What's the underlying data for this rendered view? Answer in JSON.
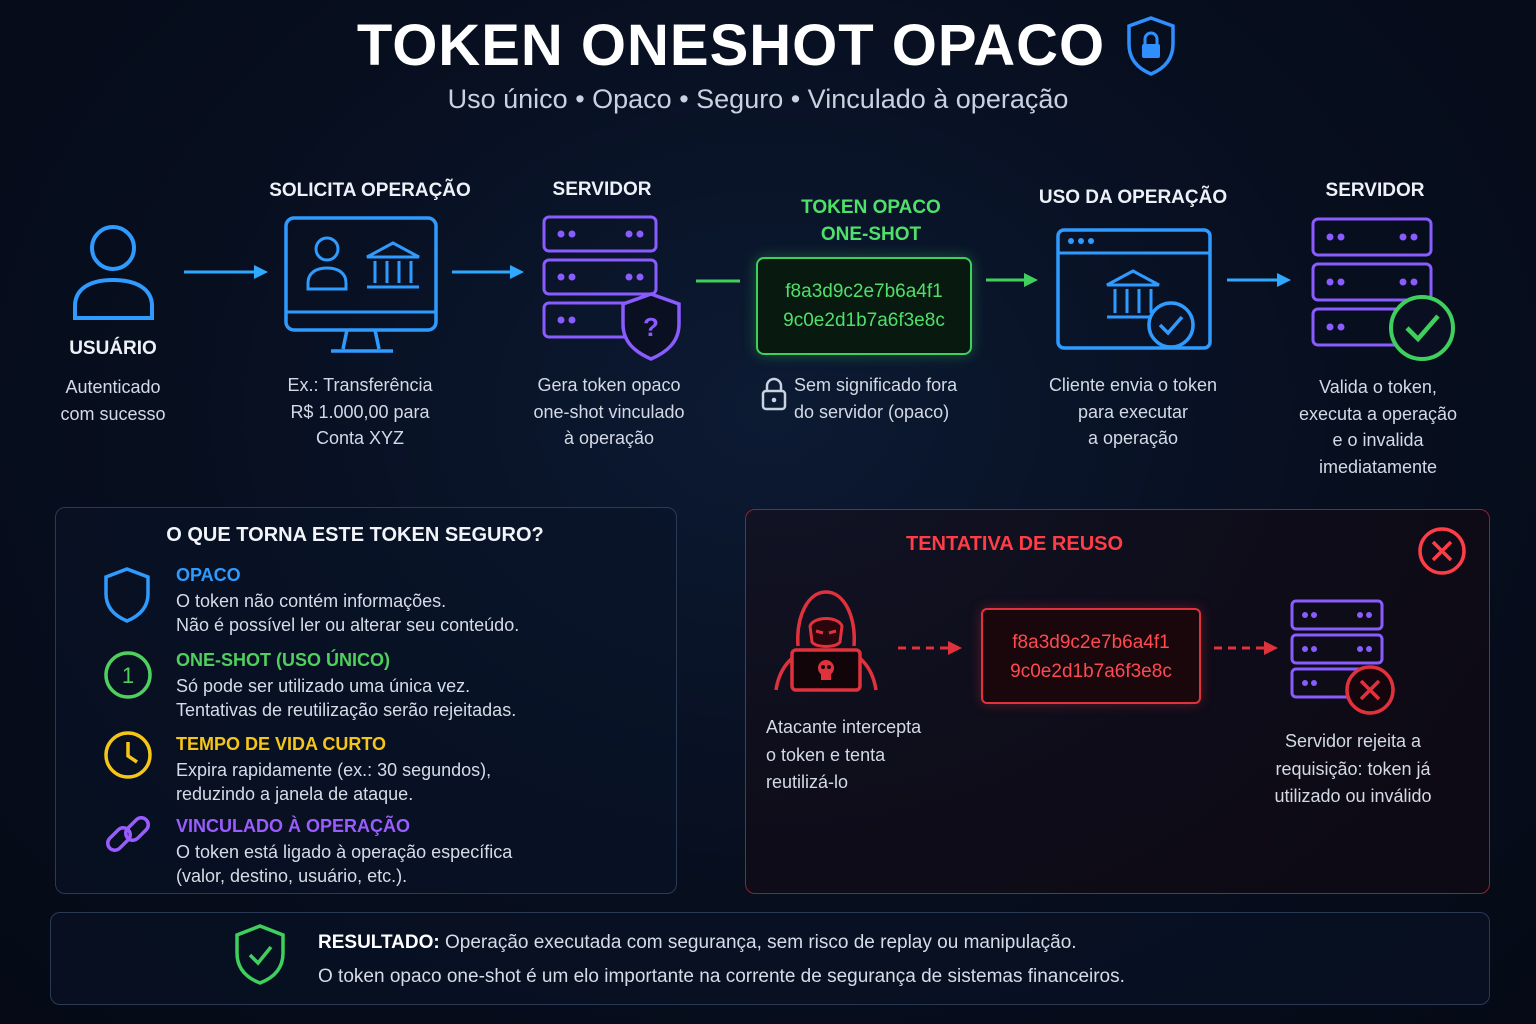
{
  "header": {
    "title": "TOKEN ONESHOT OPACO",
    "subtitle": "Uso único • Opaco • Seguro • Vinculado à operação"
  },
  "flow": {
    "user": {
      "label": "USUÁRIO",
      "desc1": "Autenticado",
      "desc2": "com sucesso"
    },
    "request": {
      "label": "SOLICITA OPERAÇÃO",
      "desc1": "Ex.: Transferência",
      "desc2": "R$ 1.000,00 para",
      "desc3": "Conta XYZ"
    },
    "server1": {
      "label": "SERVIDOR",
      "desc1": "Gera token opaco",
      "desc2": "one-shot vinculado",
      "desc3": "à operação"
    },
    "token": {
      "label1": "TOKEN OPACO",
      "label2": "ONE-SHOT",
      "value1": "f8a3d9c2e7b6a4f1",
      "value2": "9c0e2d1b7a6f3e8c",
      "desc1": "Sem significado fora",
      "desc2": "do servidor (opaco)"
    },
    "usage": {
      "label": "USO DA OPERAÇÃO",
      "desc1": "Cliente envia o token",
      "desc2": "para executar",
      "desc3": "a operação"
    },
    "server2": {
      "label": "SERVIDOR",
      "desc1": "Valida o token,",
      "desc2": "executa a operação",
      "desc3": "e o invalida",
      "desc4": "imediatamente"
    }
  },
  "security": {
    "title": "O QUE TORNA ESTE TOKEN SEGURO?",
    "features": [
      {
        "title": "OPACO",
        "line1": "O token não contém informações.",
        "line2": "Não é possível ler ou alterar seu conteúdo.",
        "color": "#2f9bff"
      },
      {
        "title": "ONE-SHOT (USO ÚNICO)",
        "line1": "Só pode ser utilizado uma única vez.",
        "line2": "Tentativas de reutilização serão rejeitadas.",
        "color": "#4fd05e",
        "badge": "1"
      },
      {
        "title": "TEMPO DE VIDA CURTO",
        "line1": "Expira rapidamente (ex.: 30 segundos),",
        "line2": "reduzindo a janela de ataque.",
        "color": "#f5c518"
      },
      {
        "title": "VINCULADO À OPERAÇÃO",
        "line1": "O token está ligado à operação específica",
        "line2": "(valor, destino, usuário, etc.).",
        "color": "#9b5cff"
      }
    ]
  },
  "reuse": {
    "title": "TENTATIVA DE REUSO",
    "token1": "f8a3d9c2e7b6a4f1",
    "token2": "9c0e2d1b7a6f3e8c",
    "attacker1": "Atacante intercepta",
    "attacker2": "o token e tenta",
    "attacker3": "reutilizá-lo",
    "server1": "Servidor rejeita a",
    "server2": "requisição: token já",
    "server3": "utilizado ou inválido"
  },
  "result": {
    "label": "RESULTADO:",
    "text": " Operação executada com segurança, sem risco de replay ou manipulação.",
    "line2": "O token opaco one-shot é um elo importante na corrente de segurança de sistemas financeiros."
  },
  "colors": {
    "blue": "#2f9bff",
    "green": "#3fcf5c",
    "purple": "#8a5cff",
    "red": "#e0323c",
    "yellow": "#f5c518"
  },
  "icons": [
    "shield-lock-icon",
    "user-icon",
    "monitor-bank-icon",
    "server-shield-icon",
    "padlock-icon",
    "browser-bank-check-icon",
    "server-check-icon",
    "shield-icon",
    "one-circle-icon",
    "clock-icon",
    "link-icon",
    "hacker-icon",
    "server-x-icon",
    "close-circle-icon",
    "shield-check-icon"
  ]
}
